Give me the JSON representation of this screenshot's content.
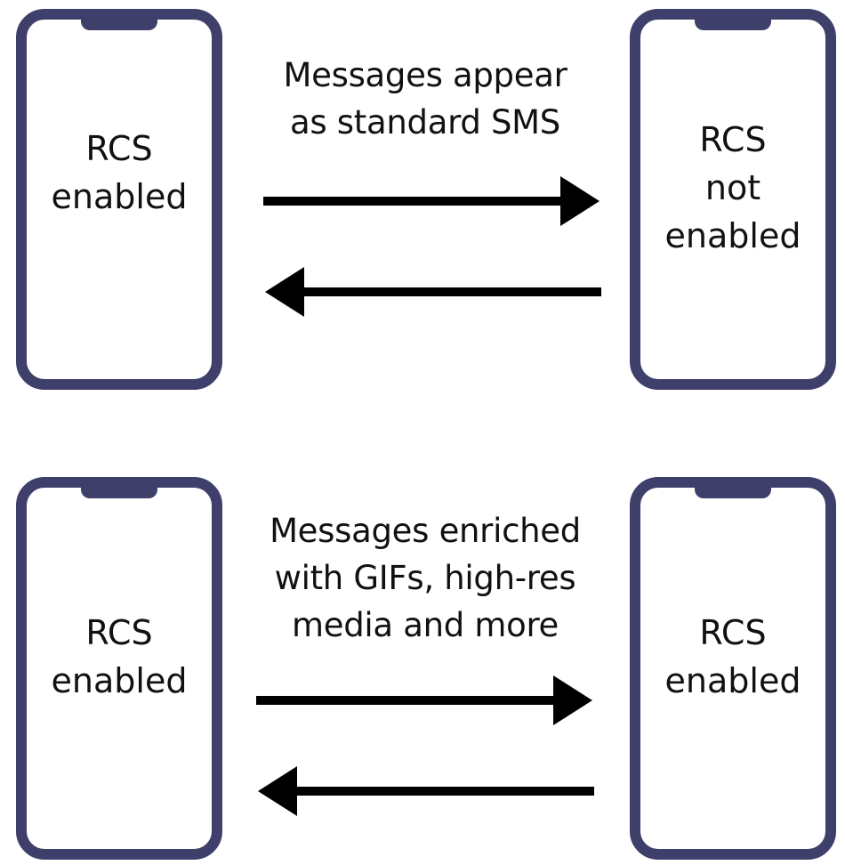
{
  "colors": {
    "phone_frame": "#3e3f6a",
    "arrow": "#000000",
    "background": "#ffffff"
  },
  "rows": [
    {
      "left_phone": {
        "label": "RCS\nenabled"
      },
      "caption": "Messages appear\nas standard SMS",
      "right_phone": {
        "label": "RCS\nnot\nenabled"
      }
    },
    {
      "left_phone": {
        "label": "RCS\nenabled"
      },
      "caption": "Messages enriched\nwith GIFs, high-res\nmedia and more",
      "right_phone": {
        "label": "RCS\nenabled"
      }
    }
  ]
}
